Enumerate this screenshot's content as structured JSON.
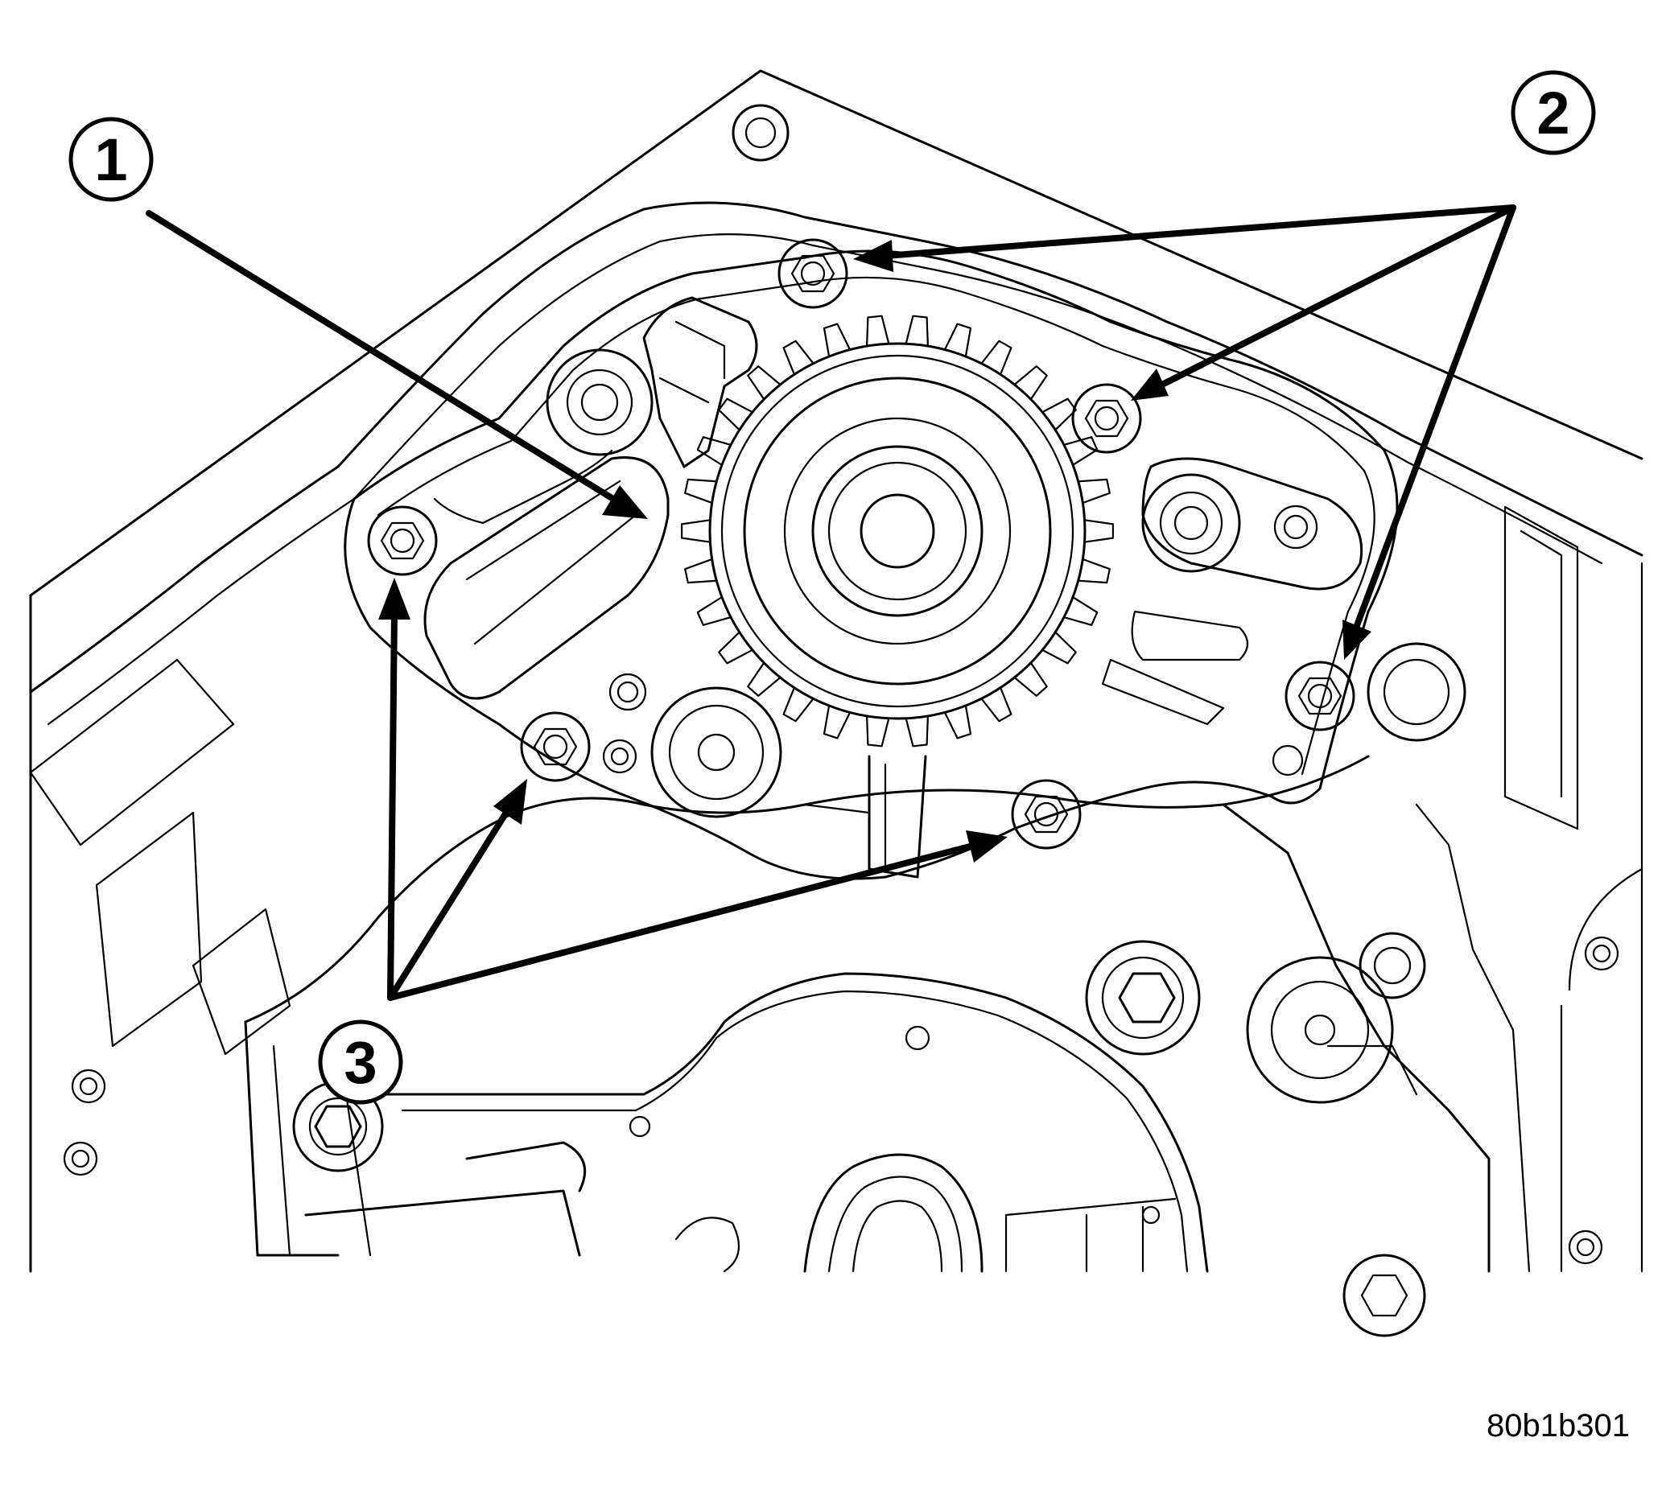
{
  "callouts": {
    "one": "1",
    "two": "2",
    "three": "3"
  },
  "figure_code": "80b1b301"
}
